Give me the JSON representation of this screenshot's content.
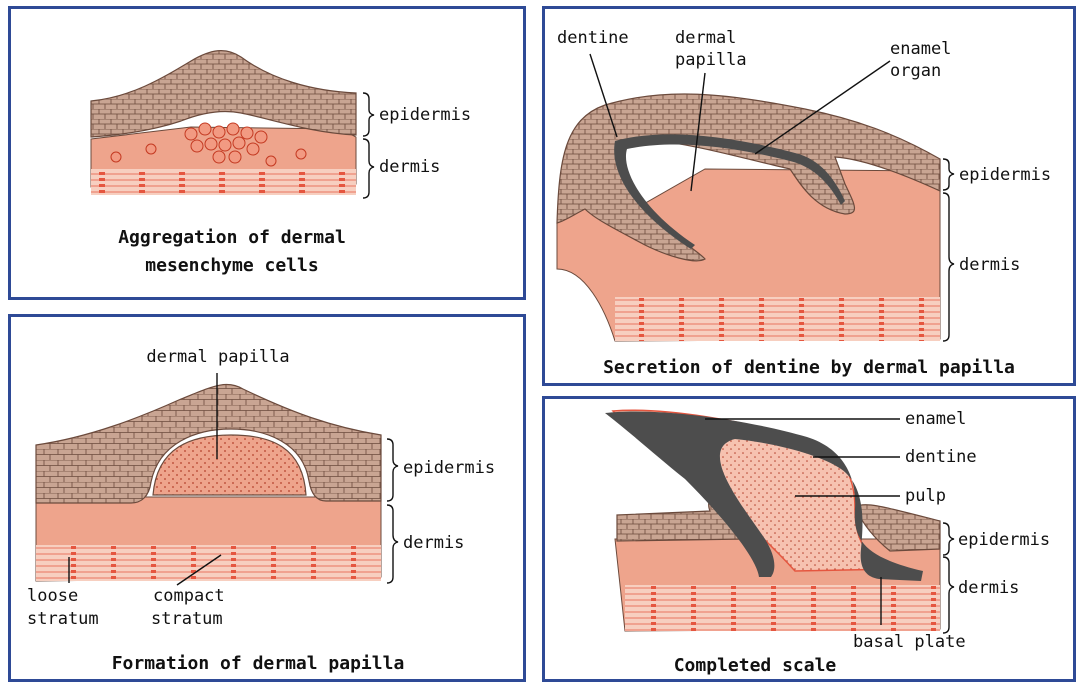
{
  "colors": {
    "border": "#2e4a96",
    "dermis": "#eea48c",
    "dermis_light": "#f6c2b0",
    "epidermis": "#c9a593",
    "cell_outline": "#6b4a3c",
    "dentine": "#4d4d4d",
    "stratum_line": "#e5563f",
    "stratum_bg": "#f7cfc0"
  },
  "panels": {
    "aggregation": {
      "caption_line1": "Aggregation of dermal",
      "caption_line2": "mesenchyme cells",
      "label_epidermis": "epidermis",
      "label_dermis": "dermis"
    },
    "formation": {
      "caption": "Formation of dermal papilla",
      "label_dermal_papilla": "dermal papilla",
      "label_epidermis": "epidermis",
      "label_dermis": "dermis",
      "label_loose_1": "loose",
      "label_loose_2": "stratum",
      "label_compact_1": "compact",
      "label_compact_2": "stratum"
    },
    "secretion": {
      "caption": "Secretion of dentine by dermal papilla",
      "label_dentine": "dentine",
      "label_dermal_1": "dermal",
      "label_dermal_2": "papilla",
      "label_enamel_1": "enamel",
      "label_enamel_2": "organ",
      "label_epidermis": "epidermis",
      "label_dermis": "dermis"
    },
    "completed": {
      "caption": "Completed scale",
      "label_enamel": "enamel",
      "label_dentine": "dentine",
      "label_pulp": "pulp",
      "label_epidermis": "epidermis",
      "label_dermis": "dermis",
      "label_basal_plate": "basal plate"
    }
  }
}
